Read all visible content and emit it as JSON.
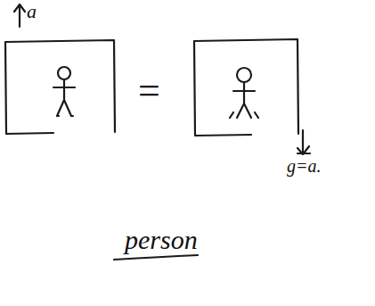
{
  "diagram": {
    "labels": [
      "a",
      "=",
      "g=a.",
      "person"
    ]
  }
}
